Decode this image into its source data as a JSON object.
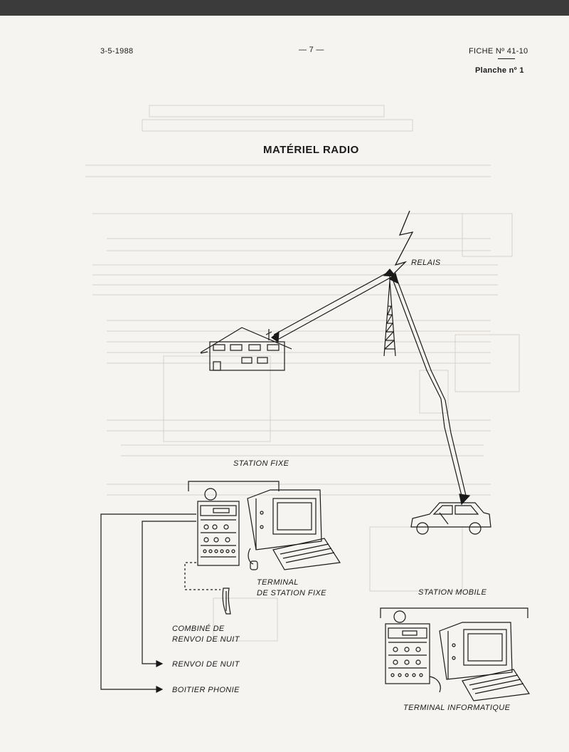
{
  "header": {
    "date": "3-5-1988",
    "page_number": "— 7 —",
    "fiche": "FICHE Nº 41-10",
    "planche": "Planche nº 1"
  },
  "title": "MATÉRIEL RADIO",
  "labels": {
    "relais": "RELAIS",
    "station_fixe": "STATION FIXE",
    "terminal_station_fixe_1": "TERMINAL",
    "terminal_station_fixe_2": "DE STATION FIXE",
    "station_mobile": "STATION MOBILE",
    "combine_1": "COMBINÉ DE",
    "combine_2": "RENVOI DE NUIT",
    "renvoi_de_nuit": "RENVOI DE NUIT",
    "boitier_phonie": "BOITIER PHONIE",
    "terminal_informatique": "TERMINAL INFORMATIQUE"
  },
  "colors": {
    "ink": "#1a1a1a",
    "paper": "#f6f4f1",
    "bleed_through": "#c9c4bf"
  }
}
